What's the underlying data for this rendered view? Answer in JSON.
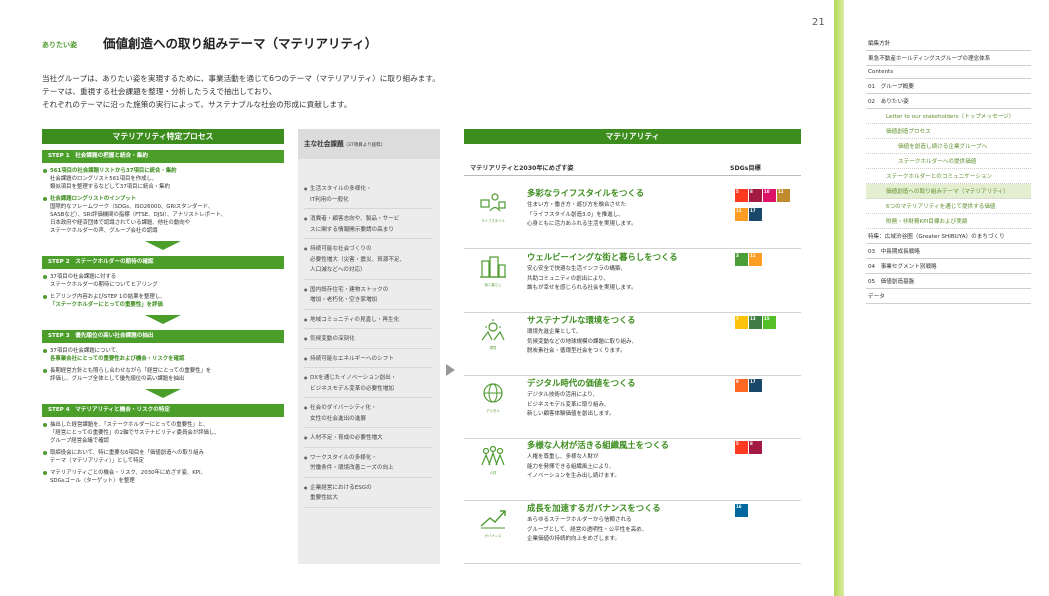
{
  "page_number": "21",
  "section_tag": "ありたい姿",
  "title": "価値創造への取り組みテーマ（マテリアリティ）",
  "intro": [
    "当社グループは、ありたい姿を実現するために、事業活動を通じて6つのテーマ（マテリアリティ）に取り組みます。",
    "テーマは、重視する社会課題を整理・分析したうえで抽出しており、",
    "それぞれのテーマに沿った施策の実行によって、サステナブルな社会の形成に貢献します。"
  ],
  "process": {
    "header": "マテリアリティ特定プロセス",
    "steps": [
      {
        "label": "STEP 1　社会課題の把握と統合・集約",
        "bullets": [
          {
            "green": "561項目の社会課題リストから37項目に統合・集約",
            "lines": [
              "社会課題のロングリスト561項目を作成し、",
              "類似項目を整理するなどして37項目に統合・集約"
            ]
          },
          {
            "green": "社会課題ロングリストのインプット",
            "lines": [
              "国際的なフレームワーク（SDGs、ISO26000、GRIスタンダード、",
              "SASBなど）、SRI評価機関の指標（FTSE、DJSI）、アナリストレポート、",
              "日本政府や経済団体で認識されている課題、他社の動向や",
              "ステークホルダーの声、グループ会社の認識"
            ]
          }
        ]
      },
      {
        "label": "STEP 2　ステークホルダーの期待の確認",
        "bullets": [
          {
            "green": "",
            "lines": [
              "37項目の社会課題に対する",
              "ステークホルダーの期待についてヒアリング"
            ]
          },
          {
            "green": "",
            "lines": [
              "ヒアリング内容およびSTEP 1の結果を整理し、"
            ],
            "tail": "「ステークホルダーにとっての重要性」を評価"
          }
        ]
      },
      {
        "label": "STEP 3　優先順位の高い社会課題の抽出",
        "bullets": [
          {
            "green": "",
            "lines": [
              "37項目の社会課題について、"
            ],
            "tail": "各事業会社にとっての重要性および機会・リスクを確認"
          },
          {
            "green": "",
            "lines": [
              "長期経営方針とも照らし合わせながら「経営にとっての重要性」を",
              "評価し、グループ全体として優先順位の高い課題を抽出"
            ]
          }
        ]
      },
      {
        "label": "STEP 4　マテリアリティと機会・リスクの特定",
        "bullets": [
          {
            "green": "",
            "lines": [
              "抽出した経営課題を、「ステークホルダーにとっての重要性」と、",
              "「経営にとっての重要性」の2軸でサステナビリティ委員会が評価し、",
              "グループ経営会議で確認"
            ]
          },
          {
            "green": "",
            "lines": [
              "取締役会において、特に重要な6項目を「価値創造への取り組み",
              "テーマ（マテリアリティ）」として特定"
            ]
          },
          {
            "green": "",
            "lines": [
              "マテリアリティごとの機会・リスク、2030年にめざす姿、KPI、",
              "SDGsゴール（ターゲット）を整理"
            ]
          }
        ]
      }
    ]
  },
  "issues": {
    "header": "主な社会課題",
    "header_note": "（37項目より抜粋）",
    "items": [
      [
        "生活スタイルの多様化・",
        "IT利用の一般化"
      ],
      [
        "消費者・顧客志向や、製品・サービ",
        "スに関する情報開示要請の高まり"
      ],
      [
        "持続可能な社会づくりの",
        "必要性増大（災害・震災、資源不足、",
        "人口減などへの対応）"
      ],
      [
        "国内既存住宅・建物ストックの",
        "増加・老朽化・空き家増加"
      ],
      [
        "地域コミュニティの見直し・再生化"
      ],
      [
        "気候変動の深刻化"
      ],
      [
        "持続可能なエネルギーへのシフト"
      ],
      [
        "DXを通じたイノベーション創出・",
        "ビジネスモデル変革の必要性増加"
      ],
      [
        "社会のダイバーシティ化・",
        "女性の社会進出の進展"
      ],
      [
        "人材不足・育成の必要性増大"
      ],
      [
        "ワークスタイルの多様化・",
        "労働条件・環境改善ニーズの向上"
      ],
      [
        "企業経営におけるESGの",
        "重要性拡大"
      ]
    ]
  },
  "materiality": {
    "header": "マテリアリティ",
    "col_left": "マテリアリティと2030年にめざす姿",
    "col_right": "SDGs目標",
    "rows": [
      {
        "icon": "lifestyle-icon",
        "caption": "ライフスタイル",
        "title": "多彩なライフスタイルをつくる",
        "desc": [
          "住まい方・働き方・遊び方を融合させた",
          "「ライフスタイル創造3.0」を推進し、",
          "心身ともに活力あふれる生活を実現します。"
        ],
        "sdgs": [
          [
            "5",
            "#ff3a21"
          ],
          [
            "8",
            "#a21942"
          ],
          [
            "10",
            "#dd1367"
          ],
          [
            "12",
            "#bf8b2e"
          ],
          [
            "11",
            "#fd9d24"
          ],
          [
            "17",
            "#19486a"
          ]
        ]
      },
      {
        "icon": "city-icon",
        "caption": "街と暮らし",
        "title": "ウェルビーイングな街と暮らしをつくる",
        "desc": [
          "安心安全で快適な生活インフラの構築、",
          "共助コミュニティの創出により、",
          "誰もが幸せを感じられる社会を実現します。"
        ],
        "sdgs": [
          [
            "3",
            "#4c9f38"
          ],
          [
            "11",
            "#fd9d24"
          ]
        ]
      },
      {
        "icon": "environment-icon",
        "caption": "環境",
        "title": "サステナブルな環境をつくる",
        "desc": [
          "環境先進企業として、",
          "気候変動などの地球規模の課題に取り組み、",
          "脱炭素社会・循環型社会をつくります。"
        ],
        "sdgs": [
          [
            "7",
            "#fcc30b"
          ],
          [
            "13",
            "#3f7e44"
          ],
          [
            "15",
            "#56c02b"
          ]
        ]
      },
      {
        "icon": "digital-icon",
        "caption": "デジタル",
        "title": "デジタル時代の価値をつくる",
        "desc": [
          "デジタル技術の活用により、",
          "ビジネスモデル変革に取り組み、",
          "新しい顧客体験価値を創出します。"
        ],
        "sdgs": [
          [
            "9",
            "#fd6925"
          ],
          [
            "17",
            "#19486a"
          ]
        ]
      },
      {
        "icon": "people-icon",
        "caption": "人材",
        "title": "多様な人材が活きる組織風土をつくる",
        "desc": [
          "人権を尊重し、多様な人財が",
          "能力を発揮できる組織風土により、",
          "イノベーションを生み出し続けます。"
        ],
        "sdgs": [
          [
            "5",
            "#ff3a21"
          ],
          [
            "8",
            "#a21942"
          ]
        ]
      },
      {
        "icon": "governance-icon",
        "caption": "ガバナンス",
        "title": "成長を加速するガバナンスをつくる",
        "desc": [
          "あらゆるステークホルダーから信頼される",
          "グループとして、経営の透明性・公平性を高め、",
          "企業価値の持続的向上をめざします。"
        ],
        "sdgs": [
          [
            "16",
            "#00689d"
          ]
        ]
      }
    ]
  },
  "nav": [
    {
      "label": "編集方針",
      "cls": ""
    },
    {
      "label": "東急不動産ホールディングスグループの理念体系",
      "cls": ""
    },
    {
      "label": "Contents",
      "cls": ""
    },
    {
      "label": "01　グループ概要",
      "cls": "num"
    },
    {
      "label": "02　ありたい姿",
      "cls": "num"
    },
    {
      "label": "Letter to our stakeholders（トップメッセージ）",
      "cls": "sub"
    },
    {
      "label": "価値創造プロセス",
      "cls": "sub"
    },
    {
      "label": "価値を創造し続ける企業グループへ",
      "cls": "sub2"
    },
    {
      "label": "ステークホルダーへの提供価値",
      "cls": "sub2"
    },
    {
      "label": "ステークホルダーとのコミュニケーション",
      "cls": "sub"
    },
    {
      "label": "価値創造への取り組みテーマ（マテリアリティ）",
      "cls": "sub hl"
    },
    {
      "label": "6つのマテリアリティを通じて提供する価値",
      "cls": "sub"
    },
    {
      "label": "財務・非財務KPI目標および実績",
      "cls": "sub"
    },
    {
      "label": "特集：広域渋谷圏（Greater SHIBUYA）のまちづくり",
      "cls": ""
    },
    {
      "label": "03　中長期成長戦略",
      "cls": "num"
    },
    {
      "label": "04　事業セグメント別戦略",
      "cls": "num"
    },
    {
      "label": "05　価値創造基盤",
      "cls": "num"
    },
    {
      "label": "データ",
      "cls": ""
    }
  ]
}
